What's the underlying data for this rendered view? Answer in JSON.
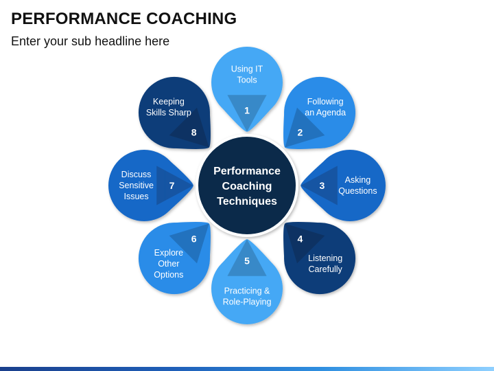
{
  "header": {
    "title": "PERFORMANCE COACHING",
    "subtitle": "Enter your sub headline here"
  },
  "center": {
    "lines": [
      "Performance",
      "Coaching",
      "Techniques"
    ],
    "color": "#0b2a4a"
  },
  "nodes": [
    {
      "number": "1",
      "lines": [
        "Using IT",
        "Tools"
      ],
      "color": "#45a8f5"
    },
    {
      "number": "2",
      "lines": [
        "Following",
        "an Agenda"
      ],
      "color": "#2b8ce8"
    },
    {
      "number": "3",
      "lines": [
        "Asking",
        "Questions"
      ],
      "color": "#1668c7"
    },
    {
      "number": "4",
      "lines": [
        "Listening",
        "Carefully"
      ],
      "color": "#0d3e79"
    },
    {
      "number": "5",
      "lines": [
        "Practicing &",
        "Role-Playing"
      ],
      "color": "#45a8f5"
    },
    {
      "number": "6",
      "lines": [
        "Explore",
        "Other",
        "Options"
      ],
      "color": "#2b8ce8"
    },
    {
      "number": "7",
      "lines": [
        "Discuss",
        "Sensitive",
        "Issues"
      ],
      "color": "#1668c7"
    },
    {
      "number": "8",
      "lines": [
        "Keeping",
        "Skills Sharp"
      ],
      "color": "#0d3e79"
    }
  ]
}
